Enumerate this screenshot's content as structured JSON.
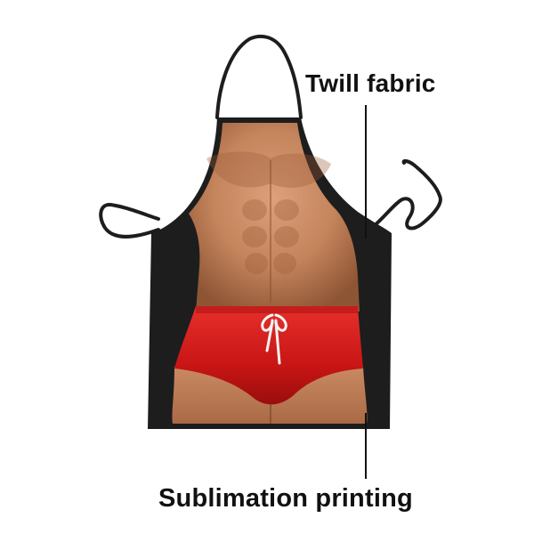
{
  "callouts": {
    "fabric_label": "Twill fabric",
    "printing_label": "Sublimation printing"
  },
  "colors": {
    "apron_black": "#1d1d1d",
    "trunks_red": "#d11a1a",
    "skin": "#c98860",
    "text": "#111111"
  },
  "icons": {
    "apron": "apron-image"
  }
}
